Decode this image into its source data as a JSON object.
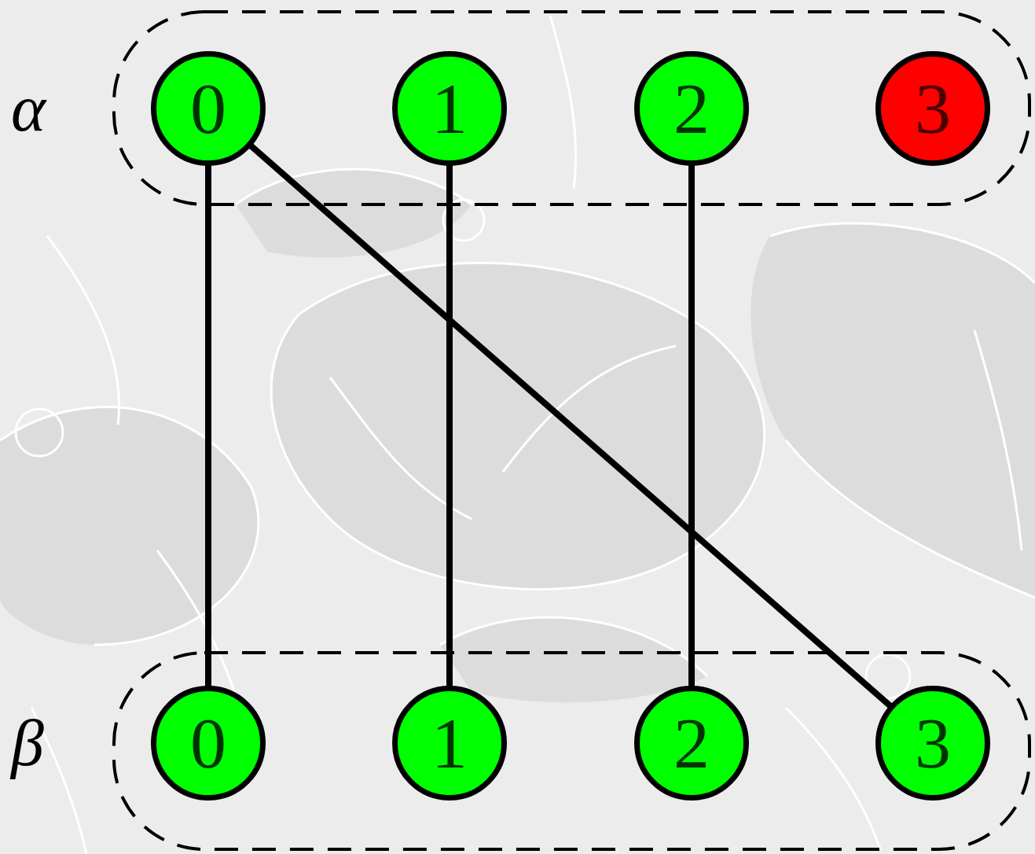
{
  "diagram": {
    "nodes": [
      {
        "text": [
          "α"
        ]
      },
      {
        "text": [
          "0"
        ],
        "in": 0
      },
      {
        "text": [
          "1"
        ],
        "in": 0
      },
      {
        "text": [
          "2"
        ],
        "in": 0
      },
      {
        "text": [
          "3"
        ],
        "in": 0
      },
      {
        "text": [
          "β"
        ]
      },
      {
        "text": [
          "0"
        ],
        "in": 5
      },
      {
        "text": [
          "1"
        ],
        "in": 5
      },
      {
        "text": [
          "2"
        ],
        "in": 5
      },
      {
        "text": [
          "3"
        ],
        "in": 5
      }
    ],
    "edges": [
      {
        "from": 1,
        "to": 6,
        "arrow": "none"
      },
      {
        "from": 2,
        "to": 7,
        "arrow": "none"
      },
      {
        "from": 3,
        "to": 8,
        "arrow": "none"
      },
      {
        "from": 1,
        "to": 9,
        "arrow": "none"
      }
    ]
  }
}
